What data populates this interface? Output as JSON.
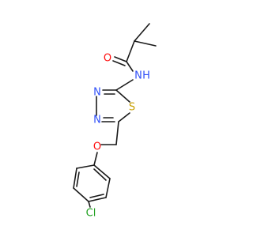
{
  "molecule": {
    "atoms": {
      "oxygen_carbonyl": "O",
      "nitrogen_amide": "N",
      "hydrogen_amide": "H",
      "nitrogen_ring_1": "N",
      "nitrogen_ring_2": "N",
      "sulfur": "S",
      "oxygen_ether": "O",
      "chlorine": "Cl"
    },
    "colors": {
      "bond": "#1a1a1a",
      "oxygen": "#ff0d0d",
      "nitrogen": "#3050f8",
      "sulfur": "#c8a000",
      "chlorine": "#1fa01f"
    }
  }
}
